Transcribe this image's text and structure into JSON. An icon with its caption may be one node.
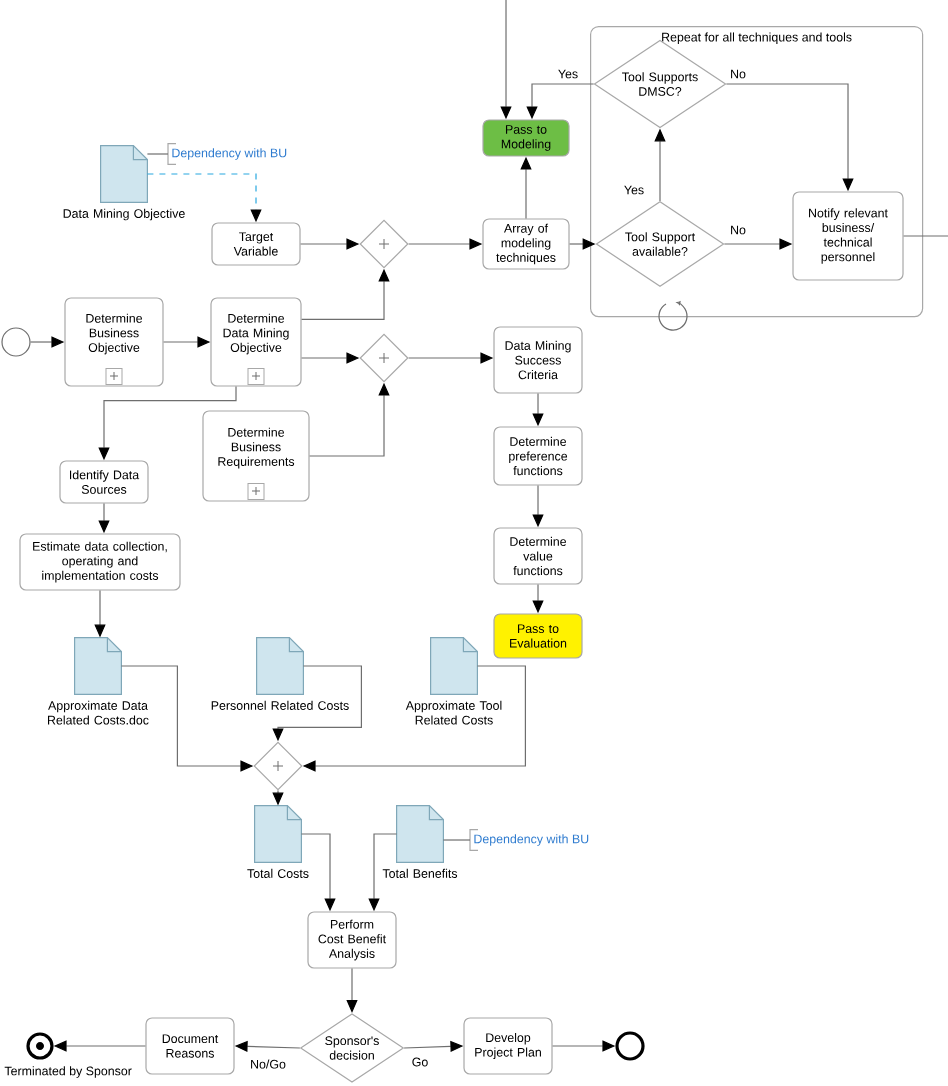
{
  "diagram": {
    "nodes": [
      {
        "text": [],
        "shape": "circle"
      },
      {
        "text": [
          "Determine Business Objective"
        ]
      },
      {
        "text": [
          "Determine Data Mining Objective"
        ]
      },
      {
        "text": [
          "Data Mining Objective"
        ]
      },
      {
        "text": [
          "Dependency with BU"
        ]
      },
      {
        "text": [
          "Target Variable"
        ]
      },
      {
        "text": [],
        "shape": "diamond"
      },
      {
        "text": [],
        "shape": "diamond"
      },
      {
        "text": [
          "Determine Business Requirements"
        ]
      },
      {
        "text": [
          "Identify Data Sources"
        ]
      },
      {
        "text": [
          "Estimate data collection, operating and implementation costs"
        ]
      },
      {
        "text": [
          "Approximate Data Related Costs.doc"
        ]
      },
      {
        "text": [
          "Personnel Related Costs"
        ]
      },
      {
        "text": [
          "Approximate Tool Related Costs"
        ]
      },
      {
        "text": [],
        "shape": "diamond"
      },
      {
        "text": [
          "Total Costs"
        ]
      },
      {
        "text": [
          "Total Benefits"
        ]
      },
      {
        "text": [
          "Dependency with BU"
        ]
      },
      {
        "text": [
          "Perform Cost Benefit Analysis"
        ]
      },
      {
        "text": [
          "Sponsor's decision"
        ]
      },
      {
        "text": [
          "Document Reasons"
        ]
      },
      {
        "text": [],
        "shape": "circle",
        "beside": [
          "Terminated by Sponsor"
        ]
      },
      {
        "text": [
          "Develop Project Plan"
        ]
      },
      {
        "text": [],
        "shape": "circle"
      },
      {
        "text": [
          "Array of modeling techniques"
        ]
      },
      {
        "text": [
          "Pass to Modeling"
        ]
      },
      {
        "text": [
          "Repeat for all techniques and tools"
        ]
      },
      {
        "text": [
          "Tool Supports DMSC?"
        ],
        "in": 26
      },
      {
        "text": [
          "Tool Support available?"
        ],
        "in": 26
      },
      {
        "text": [
          "Notify relevant business/ technical personnel"
        ],
        "in": 26
      },
      {
        "text": [
          "Data Mining Success Criteria"
        ]
      },
      {
        "text": [
          "Determine preference functions"
        ]
      },
      {
        "text": [
          "Determine value functions"
        ]
      },
      {
        "text": [
          "Pass to Evaluation"
        ]
      }
    ],
    "edges": [
      {
        "from": 0,
        "to": 1,
        "arrow": "to"
      },
      {
        "from": 1,
        "to": 2,
        "arrow": "to"
      },
      {
        "from": 2,
        "to": 6,
        "arrow": "to"
      },
      {
        "from": 2,
        "to": 7,
        "arrow": "to"
      },
      {
        "from": 5,
        "to": 6,
        "arrow": "to"
      },
      {
        "from": 6,
        "to": 24,
        "arrow": "to"
      },
      {
        "from": 24,
        "to": 25,
        "arrow": "to"
      },
      {
        "from": 24,
        "to": 28,
        "arrow": "to"
      },
      {
        "from": 28,
        "to": 27,
        "arrow": "to",
        "label": "Yes"
      },
      {
        "from": 28,
        "to": 29,
        "arrow": "to",
        "label": "No"
      },
      {
        "from": 27,
        "to": 25,
        "arrow": "to",
        "label": "Yes"
      },
      {
        "from": 27,
        "to": 29,
        "arrow": "to",
        "label": "No"
      },
      {
        "from": null,
        "to": 25,
        "arrow": "to"
      },
      {
        "from": 29,
        "to": null,
        "arrow": "none"
      },
      {
        "from": 7,
        "to": 30,
        "arrow": "to"
      },
      {
        "from": 8,
        "to": 7,
        "arrow": "to"
      },
      {
        "from": 30,
        "to": 31,
        "arrow": "to"
      },
      {
        "from": 31,
        "to": 32,
        "arrow": "to"
      },
      {
        "from": 32,
        "to": 33,
        "arrow": "to"
      },
      {
        "from": 2,
        "to": 9,
        "arrow": "to"
      },
      {
        "from": 9,
        "to": 10,
        "arrow": "to"
      },
      {
        "from": 10,
        "to": 11,
        "arrow": "to"
      },
      {
        "from": 3,
        "to": 5,
        "arrow": "to",
        "style": "dashed",
        "color": "#29a8e0"
      },
      {
        "from": 4,
        "to": 3,
        "arrow": "none"
      },
      {
        "from": 11,
        "to": 14,
        "arrow": "to"
      },
      {
        "from": 12,
        "to": 14,
        "arrow": "to"
      },
      {
        "from": 13,
        "to": 14,
        "arrow": "to"
      },
      {
        "from": 14,
        "to": 15,
        "arrow": "to"
      },
      {
        "from": 15,
        "to": 18,
        "arrow": "to"
      },
      {
        "from": 16,
        "to": 18,
        "arrow": "to"
      },
      {
        "from": 17,
        "to": 16,
        "arrow": "none"
      },
      {
        "from": 18,
        "to": 19,
        "arrow": "to"
      },
      {
        "from": 19,
        "to": 20,
        "arrow": "to",
        "label": "No/Go"
      },
      {
        "from": 19,
        "to": 22,
        "arrow": "to",
        "label": "Go"
      },
      {
        "from": 20,
        "to": 21,
        "arrow": "to"
      },
      {
        "from": 22,
        "to": 23,
        "arrow": "to"
      }
    ]
  }
}
